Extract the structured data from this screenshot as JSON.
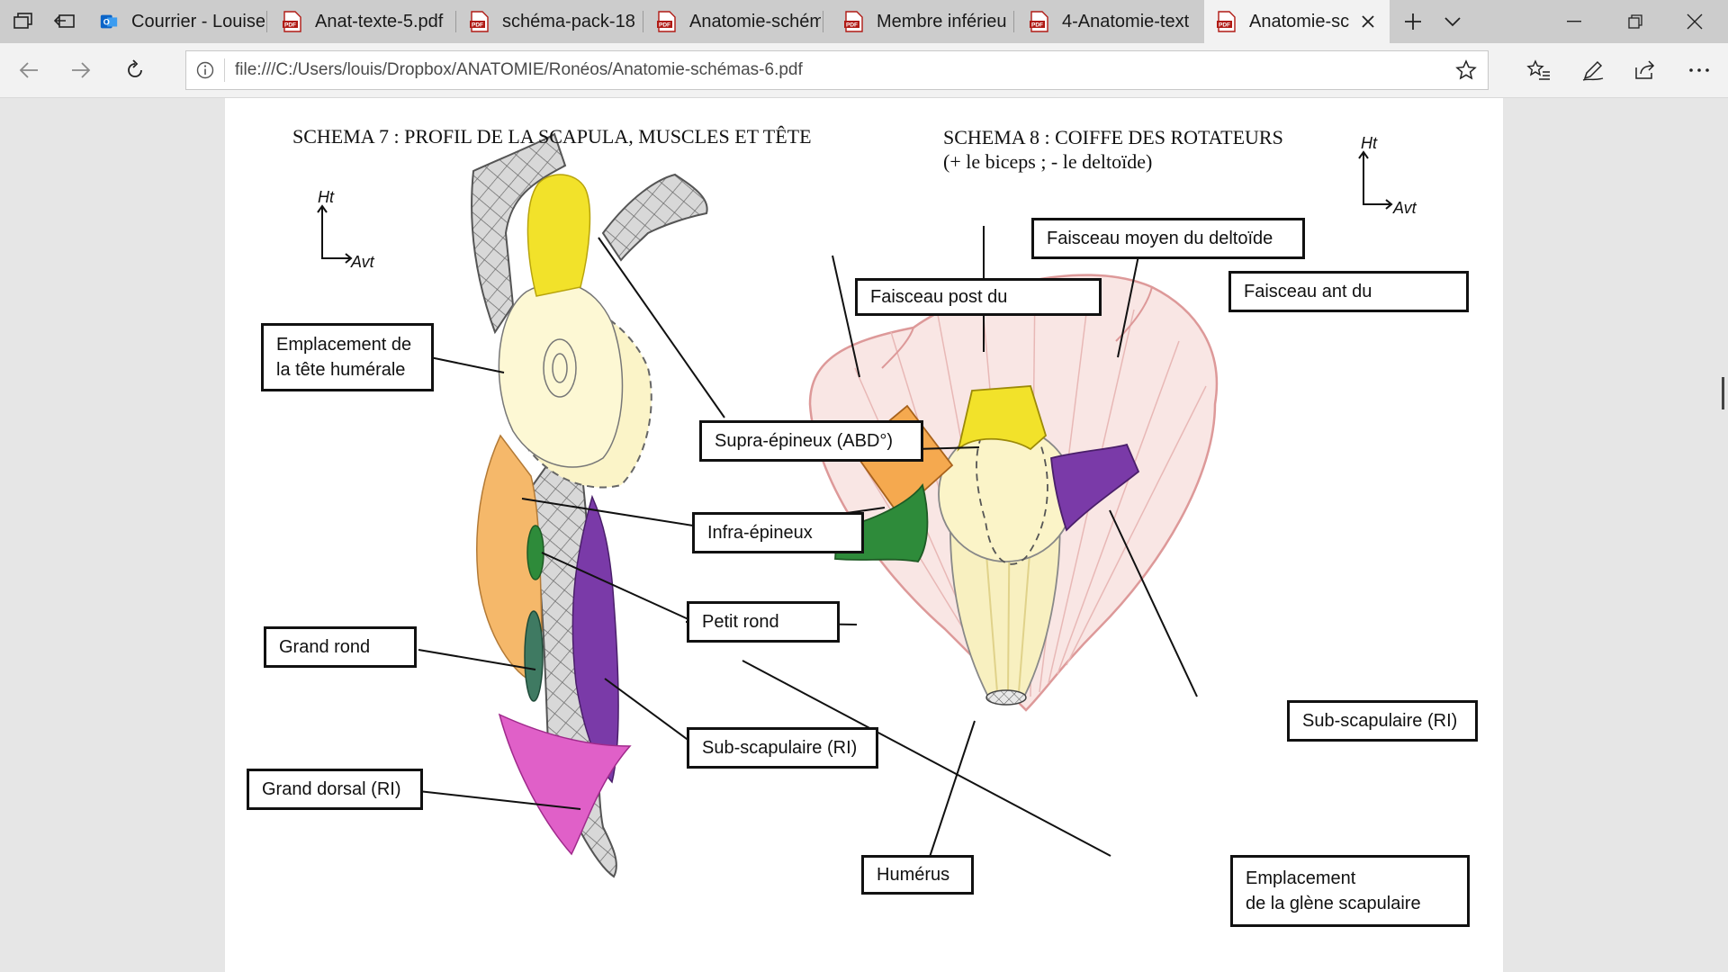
{
  "tabs": [
    {
      "label": "Courrier - Louise",
      "icon": "outlook-icon"
    },
    {
      "label": "Anat-texte-5.pdf",
      "icon": "pdf-icon"
    },
    {
      "label": "schéma-pack-18",
      "icon": "pdf-icon"
    },
    {
      "label": "Anatomie-schém",
      "icon": "pdf-icon"
    },
    {
      "label": "Membre inférieu",
      "icon": "pdf-icon"
    },
    {
      "label": "4-Anatomie-text",
      "icon": "pdf-icon"
    },
    {
      "label": "Anatomie-sc",
      "icon": "pdf-icon",
      "active": true
    }
  ],
  "pdf_badge": "PDF",
  "address": {
    "url": "file:///C:/Users/louis/Dropbox/ANATOMIE/Ronéos/Anatomie-schémas-6.pdf"
  },
  "schema7": {
    "title": "SCHEMA 7 : PROFIL DE LA SCAPULA, MUSCLES ET TÊTE",
    "orientation": {
      "up": "Ht",
      "forward": "Avt"
    },
    "labels": {
      "tete_l1": "Emplacement de",
      "tete_l2": "la tête humérale",
      "supra": "Supra-épineux (ABD°)",
      "infra": "Infra-épineux",
      "petit_rond": "Petit rond",
      "grand_rond": "Grand rond",
      "sub": "Sub-scapulaire (RI)",
      "grand_dorsal": "Grand dorsal (RI)"
    }
  },
  "schema8": {
    "title_l1": "SCHEMA 8 : COIFFE DES ROTATEURS",
    "title_l2": "(+ le biceps ; - le deltoïde)",
    "orientation": {
      "up": "Ht",
      "forward": "Avt"
    },
    "labels": {
      "moyen": "Faisceau moyen du deltoïde",
      "post": "Faisceau post du",
      "ant": "Faisceau ant du",
      "sub": "Sub-scapulaire (RI)",
      "humerus": "Humérus",
      "glene_l1": "Emplacement",
      "glene_l2": "de la glène scapulaire"
    }
  },
  "colors": {
    "supra": "#f2e22a",
    "infra": "#f5b86a",
    "petit_rond": "#2e8b3a",
    "grand_rond": "#3f7a62",
    "sub": "#7a3aa8",
    "grand_dorsal": "#e060c8",
    "deltoid": "#f7d8d6",
    "humeral_head": "#fbf4c8"
  }
}
